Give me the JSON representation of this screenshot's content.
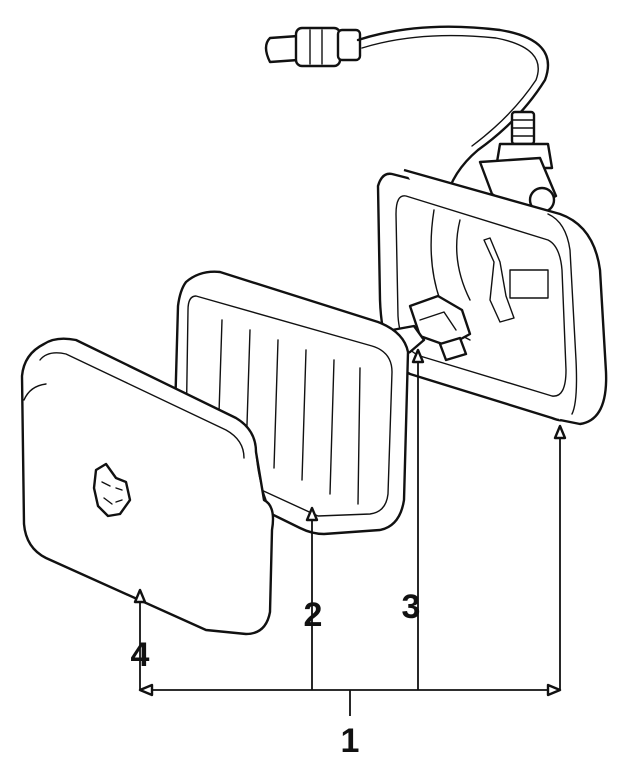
{
  "parts": [
    {
      "id": "part-1",
      "number": "1"
    },
    {
      "id": "part-2",
      "number": "2"
    },
    {
      "id": "part-3",
      "number": "3"
    },
    {
      "id": "part-4",
      "number": "4"
    }
  ]
}
